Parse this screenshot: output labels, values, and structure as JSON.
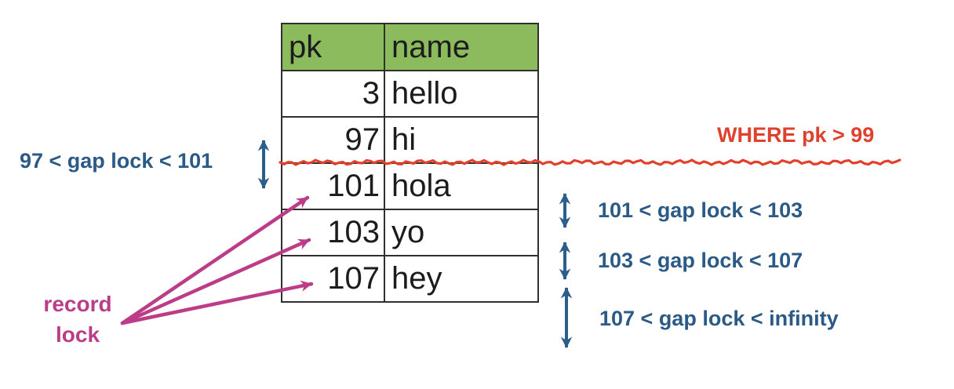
{
  "table": {
    "headers": [
      "pk",
      "name"
    ],
    "rows": [
      [
        "3",
        "hello"
      ],
      [
        "97",
        "hi"
      ],
      [
        "101",
        "hola"
      ],
      [
        "103",
        "yo"
      ],
      [
        "107",
        "hey"
      ]
    ]
  },
  "annotations": {
    "where_clause": "WHERE pk > 99",
    "gap_lock_left": "97 < gap lock < 101",
    "gap_lock_1": "101 < gap lock < 103",
    "gap_lock_2": "103 < gap lock < 107",
    "gap_lock_3": "107 < gap lock < infinity",
    "record_lock_line1": "record",
    "record_lock_line2": "lock"
  },
  "colors": {
    "header_green": "#8CBB5E",
    "gap_lock_blue": "#2C5A87",
    "record_lock_pink": "#BB3D86",
    "where_red": "#E0412C",
    "table_border": "#2f2f2f"
  }
}
